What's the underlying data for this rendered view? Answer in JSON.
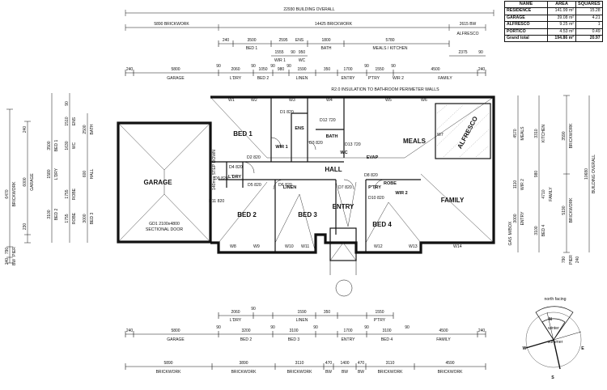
{
  "area_table": {
    "headers": [
      "NAME",
      "AREA",
      "SQUARES"
    ],
    "rows": [
      {
        "name": "RESIDENCE",
        "area": "141.99 m²",
        "squares": "15.28"
      },
      {
        "name": "GARAGE",
        "area": "39.08 m²",
        "squares": "4.21"
      },
      {
        "name": "ALFRESCO",
        "area": "9.25 m²",
        "squares": "1"
      },
      {
        "name": "PORTICO",
        "area": "4.53 m²",
        "squares": "0.49"
      }
    ],
    "total": {
      "name": "Grand total",
      "area": "194.86 m²",
      "squares": "20.97"
    }
  },
  "top_dims": {
    "overall": "22930 BUILDING OVERALL",
    "brick_left": "5890 BRICKWORK",
    "brick_mid": "14425 BRICKWORK",
    "alfresco_w": "2615 BW",
    "alfresco_lbl": "ALFRESCO",
    "r1": [
      "240",
      "3500",
      "2595",
      "ENS",
      "1800",
      "5780"
    ],
    "r1_labels": [
      "BED 1",
      "BATH",
      "MEALS / KITCHEN"
    ],
    "r2": [
      "1555",
      "90",
      "950"
    ],
    "r2_labels": [
      "WIR 1",
      "WC"
    ],
    "r2b": [
      "2375",
      "90"
    ],
    "r3": [
      "240",
      "5800",
      "90",
      "2060",
      "90",
      "1050",
      "90",
      "980",
      "90",
      "1590",
      "350",
      "1700",
      "90",
      "1550",
      "90",
      "4500",
      "240"
    ],
    "r3_labels": [
      "GARAGE",
      "L'DRY",
      "BED 2",
      "LINEN",
      "ENTRY",
      "P'TRY",
      "WIR 2",
      "FAMILY"
    ]
  },
  "bottom_dims": {
    "r1": [
      "2060",
      "90",
      "1590",
      "350",
      "1550"
    ],
    "r1_labels": [
      "L'DRY",
      "LINEN",
      "P'TRY"
    ],
    "r2": [
      "240",
      "5800",
      "90",
      "3200",
      "90",
      "3100",
      "90",
      "1700",
      "90",
      "3100",
      "90",
      "4500",
      "240"
    ],
    "r2_labels": [
      "GARAGE",
      "BED 2",
      "BED 3",
      "ENTRY",
      "BED 4",
      "FAMILY"
    ],
    "r3": [
      "5890",
      "3890",
      "3110",
      "470",
      "1400",
      "470",
      "3110",
      "4590"
    ],
    "r3_labels": [
      "BRICKWORK",
      "BRICKWORK",
      "BRICKWORK",
      "BW",
      "BW",
      "BW",
      "BRICKWORK",
      "BRICKWORK"
    ]
  },
  "left_dims": {
    "outer": [
      "6470",
      "BRICKWORK",
      "790",
      "PIER",
      "240",
      "BW"
    ],
    "mid": [
      "6000",
      "GARAGE",
      "230",
      "240"
    ],
    "inner_a": [
      "3500",
      "BED 1",
      "1510",
      "ENS",
      "90"
    ],
    "inner_b": [
      "BATH",
      "2500",
      "WC",
      "1630"
    ],
    "inner_c": [
      "1580",
      "L'DRY",
      "1755",
      "ROBE",
      "600",
      "HALL"
    ],
    "inner_d": [
      "3100",
      "BED 2",
      "1755",
      "ROBE",
      "3000",
      "BED 3"
    ]
  },
  "right_dims": {
    "outer": [
      "3590",
      "BRICKWORK",
      "5190",
      "BRICKWORK",
      "10680",
      "BUILDING OVERALL"
    ],
    "inner": [
      "3310",
      "KITCHEN",
      "4570",
      "MEALS",
      "980",
      "4710",
      "FAMILY",
      "3100",
      "BED 4",
      "3000",
      "ENTRY",
      "1110",
      "WIR 2"
    ],
    "pier": [
      "790",
      "PIER",
      "240"
    ]
  },
  "rooms": {
    "bed1": "BED 1",
    "bed2": "BED 2",
    "bed3": "BED 3",
    "bed4": "BED 4",
    "garage": "GARAGE",
    "hall": "HALL",
    "meals": "MEALS",
    "family": "FAMILY",
    "alfresco": "ALFRESCO",
    "entry": "ENTRY",
    "ens": "ENS",
    "bath": "BATH",
    "wir1": "WIR 1",
    "wir2": "WIR 2",
    "ldry": "L'DRY",
    "linen": "LINEN",
    "ptry": "P'TRY",
    "evap": "EVAP",
    "robe": "ROBE",
    "wc": "WC"
  },
  "notes": {
    "insulation": "R2.0 INSULATION TO BATHROOM PERIMETER WALLS",
    "garage_door": "GD1  2100x4800",
    "sectional": "SECTIONAL DOOR",
    "step_down": "140mm STEP DOWN",
    "meter_box": "M/BOX",
    "gas": "GAS",
    "w_codes": [
      "W1",
      "W2",
      "W3",
      "W4",
      "W5",
      "W6",
      "W7",
      "W8",
      "W9",
      "W10",
      "W11",
      "W12",
      "W13",
      "W14"
    ],
    "d_codes": [
      "D1 820",
      "D2 820",
      "D3 820",
      "D4 820",
      "D5 820",
      "D6 820",
      "D7 820",
      "D8 820",
      "D9 820",
      "D10 820",
      "D11 820",
      "D12 720",
      "D13 720"
    ]
  },
  "compass": {
    "north_facing": "north facing",
    "N": "N",
    "S": "S",
    "E": "E",
    "W": "W",
    "winter": "winter",
    "summer": "summer"
  }
}
